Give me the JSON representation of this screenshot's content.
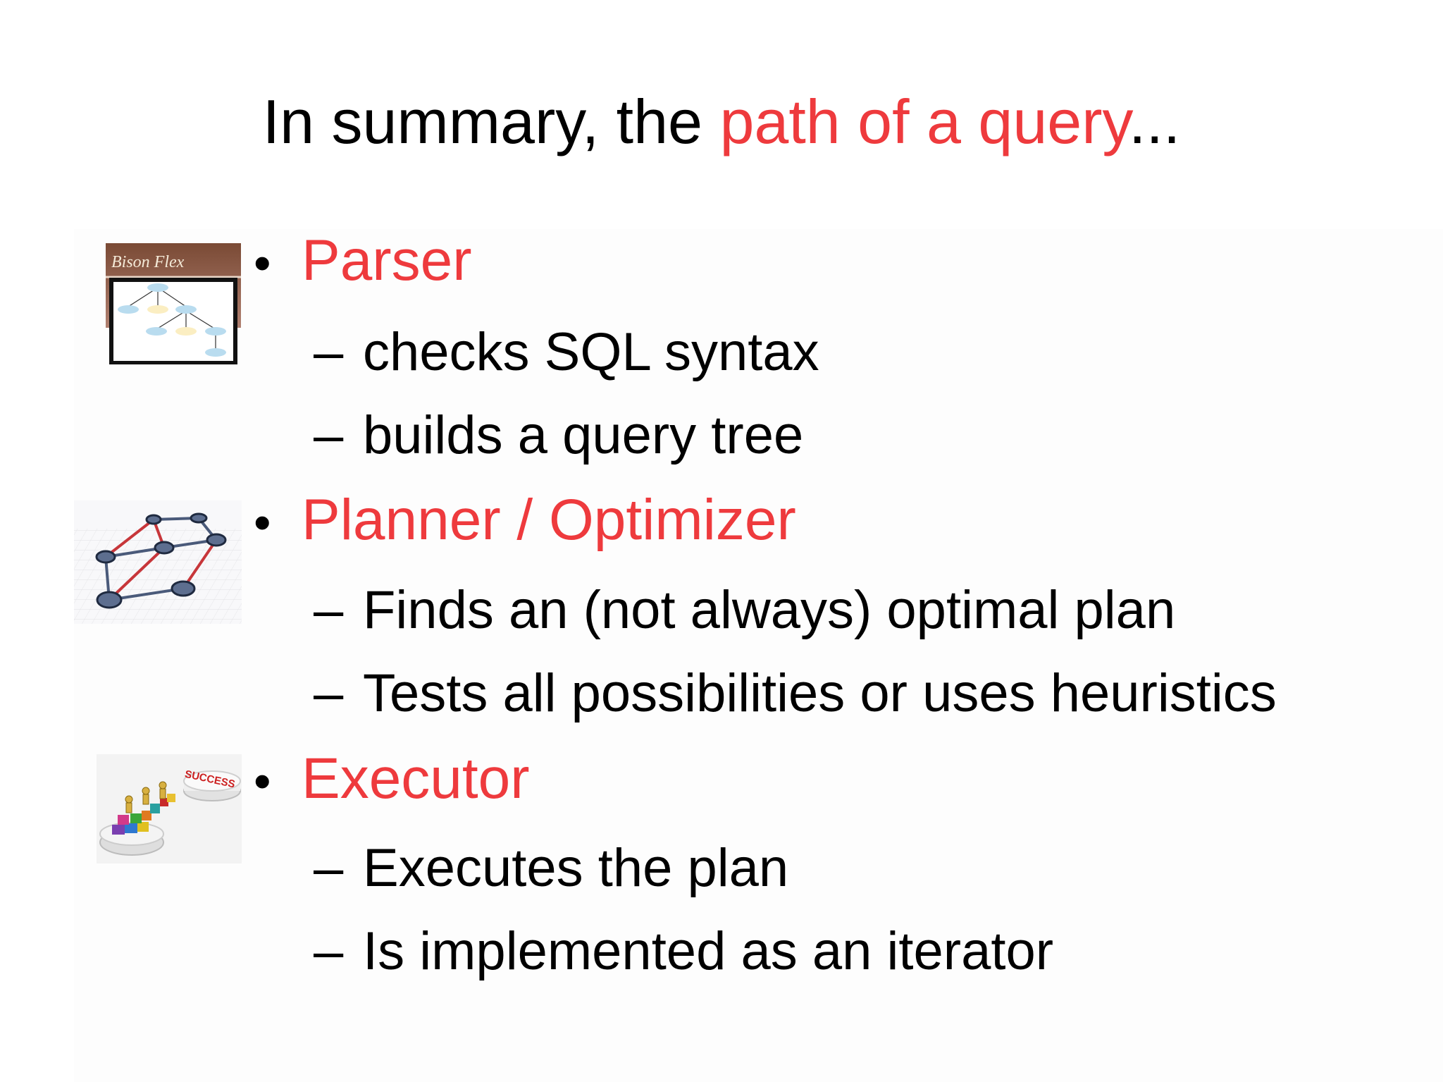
{
  "slide": {
    "title_prefix": "In summary, the ",
    "title_accent": "path of a query",
    "title_suffix": "...",
    "bullet_char": "•",
    "dash_char": "–",
    "colors": {
      "accent": "#ee3a3d",
      "text": "#000000"
    },
    "sections": [
      {
        "heading": "Parser",
        "icon": "bison-flex-parse-tree-icon",
        "icon_text": "Bison Flex",
        "items": [
          "checks SQL syntax",
          "builds a query tree"
        ]
      },
      {
        "heading": "Planner / Optimizer",
        "icon": "graph-network-icon",
        "items": [
          "Finds an (not always) optimal plan",
          "Tests all possibilities or uses heuristics"
        ]
      },
      {
        "heading": "Executor",
        "icon": "success-puzzle-icon",
        "icon_text": "SUCCESS",
        "items": [
          "Executes the plan",
          "Is implemented as an iterator"
        ]
      }
    ]
  }
}
